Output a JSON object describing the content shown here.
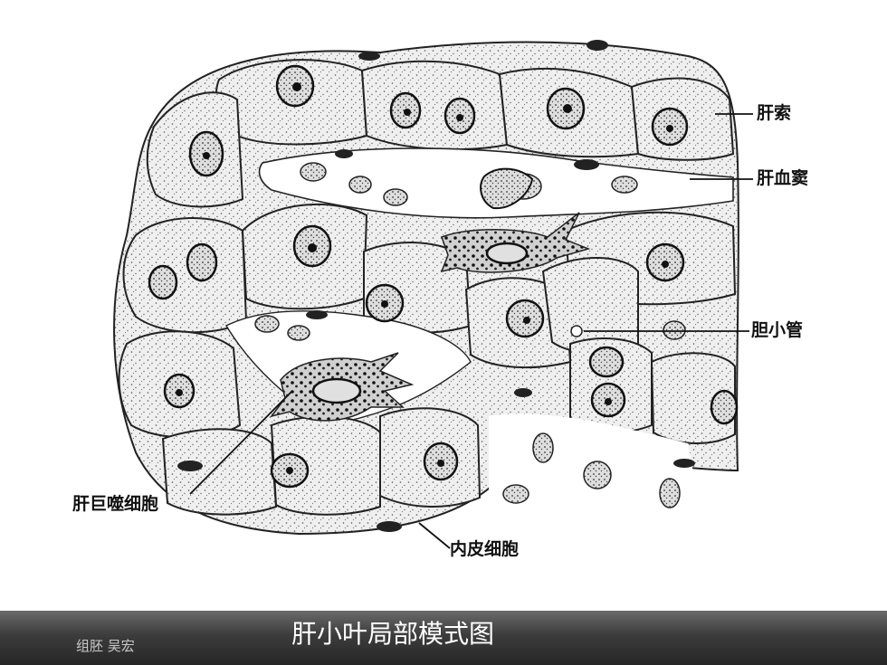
{
  "labels": {
    "hepatic_plate": "肝索",
    "hepatic_sinusoid": "肝血窦",
    "bile_canaliculus": "胆小管",
    "kupffer_cell": "肝巨噬细胞",
    "endothelial_cell": "内皮细胞"
  },
  "footer": {
    "credit": "组胚 吴宏",
    "title": "肝小叶局部模式图"
  },
  "colors": {
    "ink": "#1a1a1a",
    "footer_top": "#6a6a6a",
    "footer_bottom": "#262626"
  }
}
